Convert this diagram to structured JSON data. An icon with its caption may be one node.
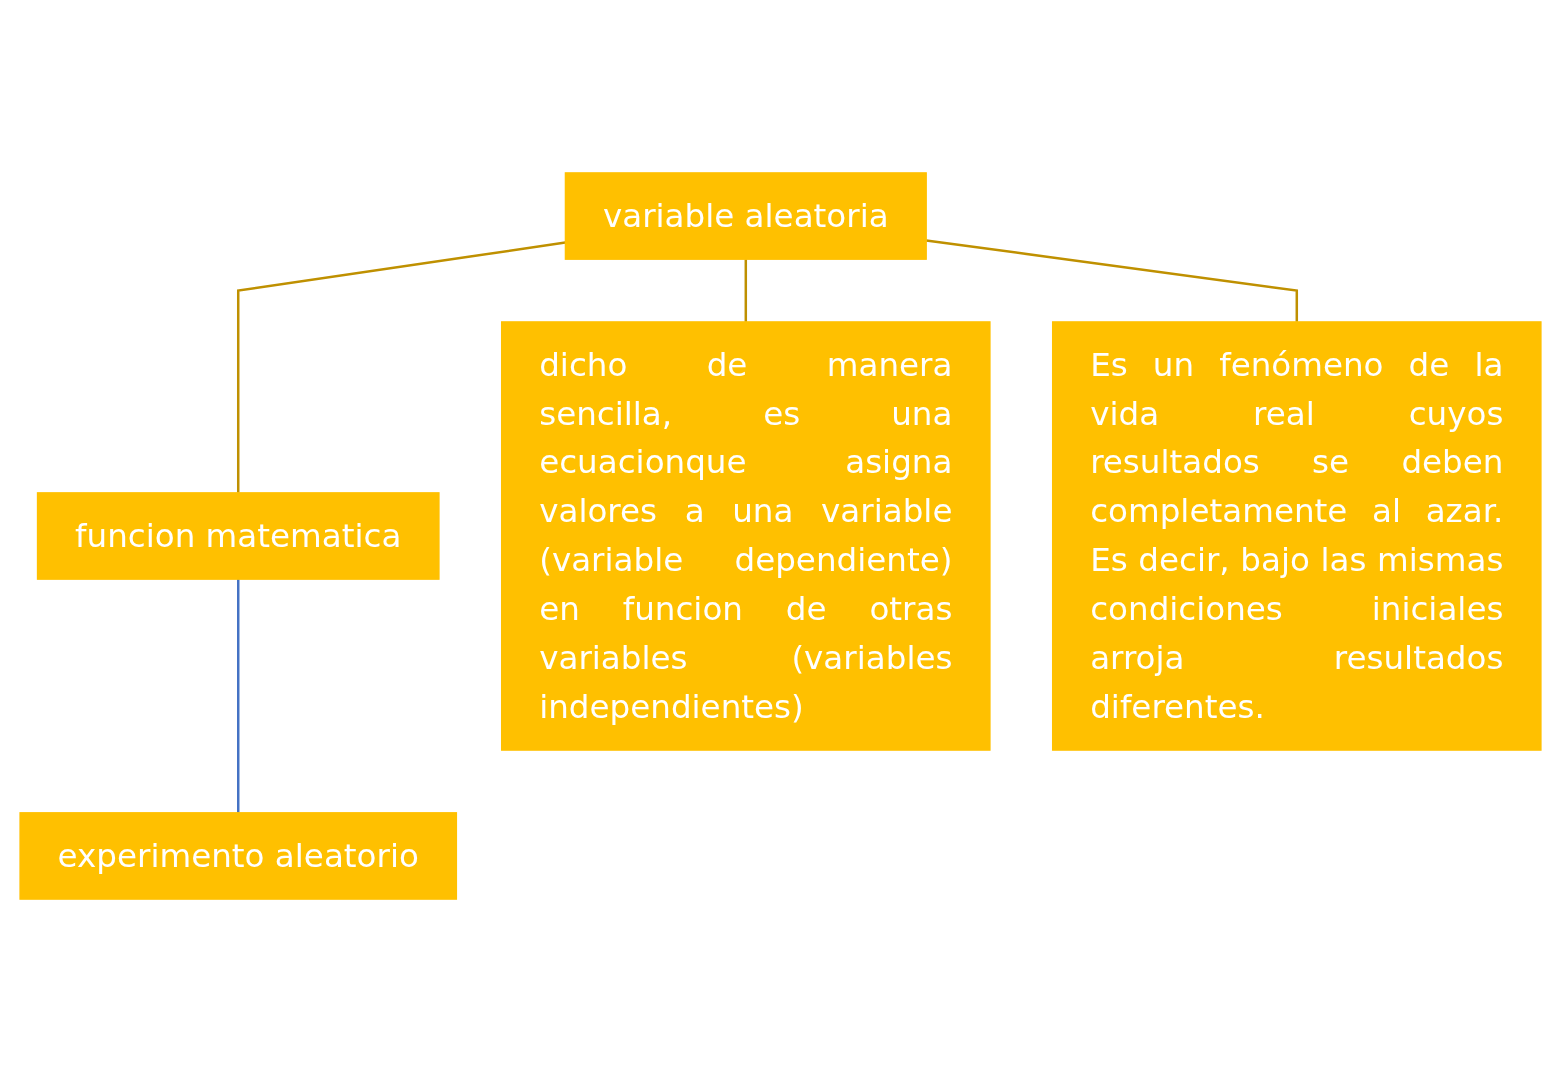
{
  "diagram": {
    "nodes": [
      {
        "text": [
          "variable aleatoria"
        ]
      },
      {
        "text": [
          "funcion matematica"
        ]
      },
      {
        "text": [
          "experimento aleatorio"
        ]
      },
      {
        "text": [
          "dicho de manera sencilla, es una ecuacionque asigna valores a una variable (variable dependiente) en funcion de otras variables (variables independientes)"
        ]
      },
      {
        "text": [
          "Es un fenómeno de la vida real cuyos resultados se deben completamente al azar. Es decir, bajo las mismas condiciones iniciales arroja resultados diferentes."
        ]
      }
    ],
    "edges": [
      {
        "from": 0,
        "to": 1,
        "arrow": "none"
      },
      {
        "from": 1,
        "to": 2,
        "arrow": "none",
        "color": "#4472c4"
      },
      {
        "from": 0,
        "to": 3,
        "arrow": "none"
      },
      {
        "from": 0,
        "to": 4,
        "arrow": "none"
      }
    ]
  }
}
